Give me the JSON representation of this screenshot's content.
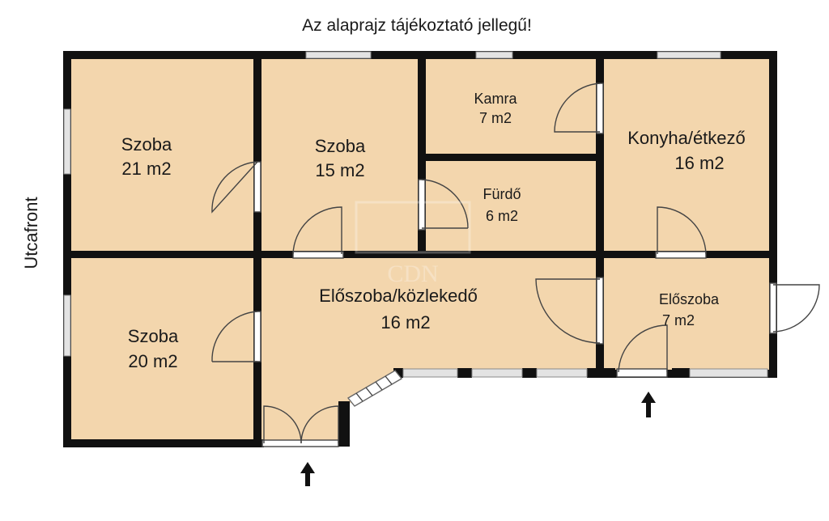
{
  "header": {
    "disclaimer": "Az alaprajz tájékoztató jellegű!"
  },
  "side_label": "Utcafront",
  "watermark": "CDN",
  "rooms": [
    {
      "id": "szoba-1",
      "name": "Szoba",
      "area": "21 m2"
    },
    {
      "id": "szoba-2",
      "name": "Szoba",
      "area": "15 m2"
    },
    {
      "id": "kamra",
      "name": "Kamra",
      "area": "7 m2"
    },
    {
      "id": "konyha",
      "name": "Konyha/étkező",
      "area": "16 m2"
    },
    {
      "id": "furdo",
      "name": "Fürdő",
      "area": "6 m2"
    },
    {
      "id": "szoba-3",
      "name": "Szoba",
      "area": "20 m2"
    },
    {
      "id": "eloszoba-kozlekedo",
      "name": "Előszoba/közlekedő",
      "area": "16 m2"
    },
    {
      "id": "eloszoba",
      "name": "Előszoba",
      "area": "7 m2"
    }
  ],
  "colors": {
    "floor": "#f3d6ad",
    "wall": "#111111",
    "window": "#d9d9d9",
    "door_line": "#444444"
  }
}
